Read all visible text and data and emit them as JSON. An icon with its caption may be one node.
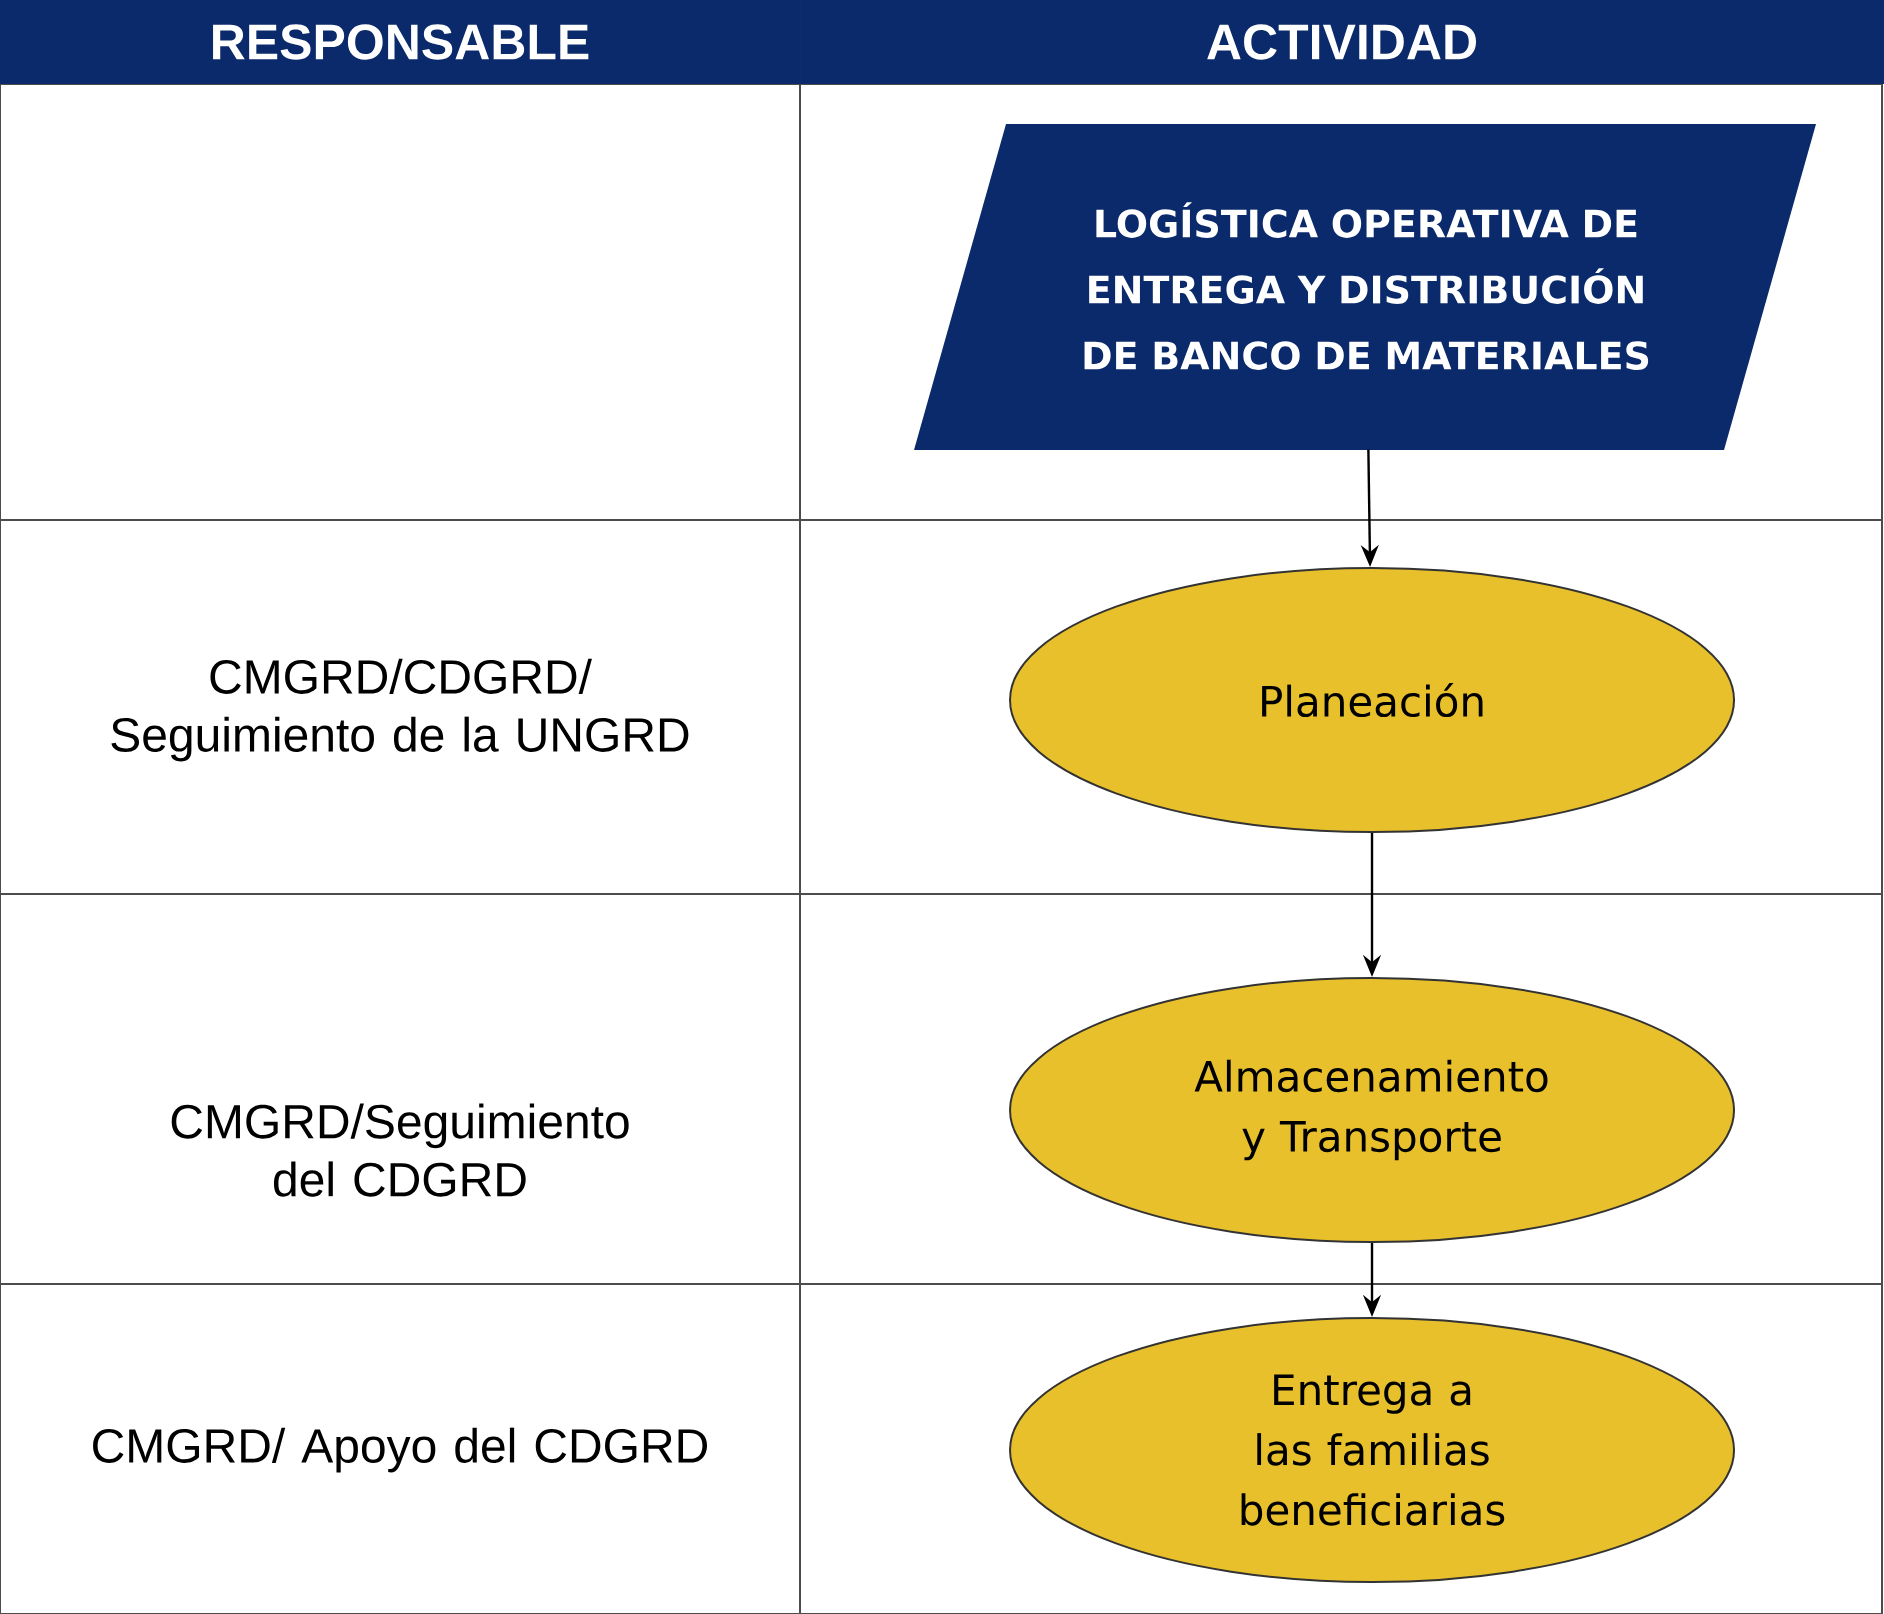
{
  "diagram": {
    "nodes": [
      {
        "text": [
          "LOGÍSTICA OPERATIVA DE ENTREGA Y DISTRIBUCIÓN DE BANCO DE MATERIALES"
        ]
      },
      {
        "text": [
          "Planeación"
        ]
      },
      {
        "text": [
          "Almacenamiento y Transporte"
        ]
      },
      {
        "text": [
          "Entrega a las familias beneficiarias"
        ]
      }
    ],
    "edges": [
      {
        "from": 0,
        "to": 1,
        "arrow": "to"
      },
      {
        "from": 1,
        "to": 2,
        "arrow": "to"
      },
      {
        "from": 2,
        "to": 3,
        "arrow": "to"
      }
    ],
    "labels": [
      "RESPONSABLE",
      "ACTIVIDAD",
      "CMGRD/CDGRD/ Seguimiento de la UNGRD",
      "CMGRD/Seguimiento del CDGRD",
      "CMGRD/ Apoyo del CDGRD"
    ]
  }
}
